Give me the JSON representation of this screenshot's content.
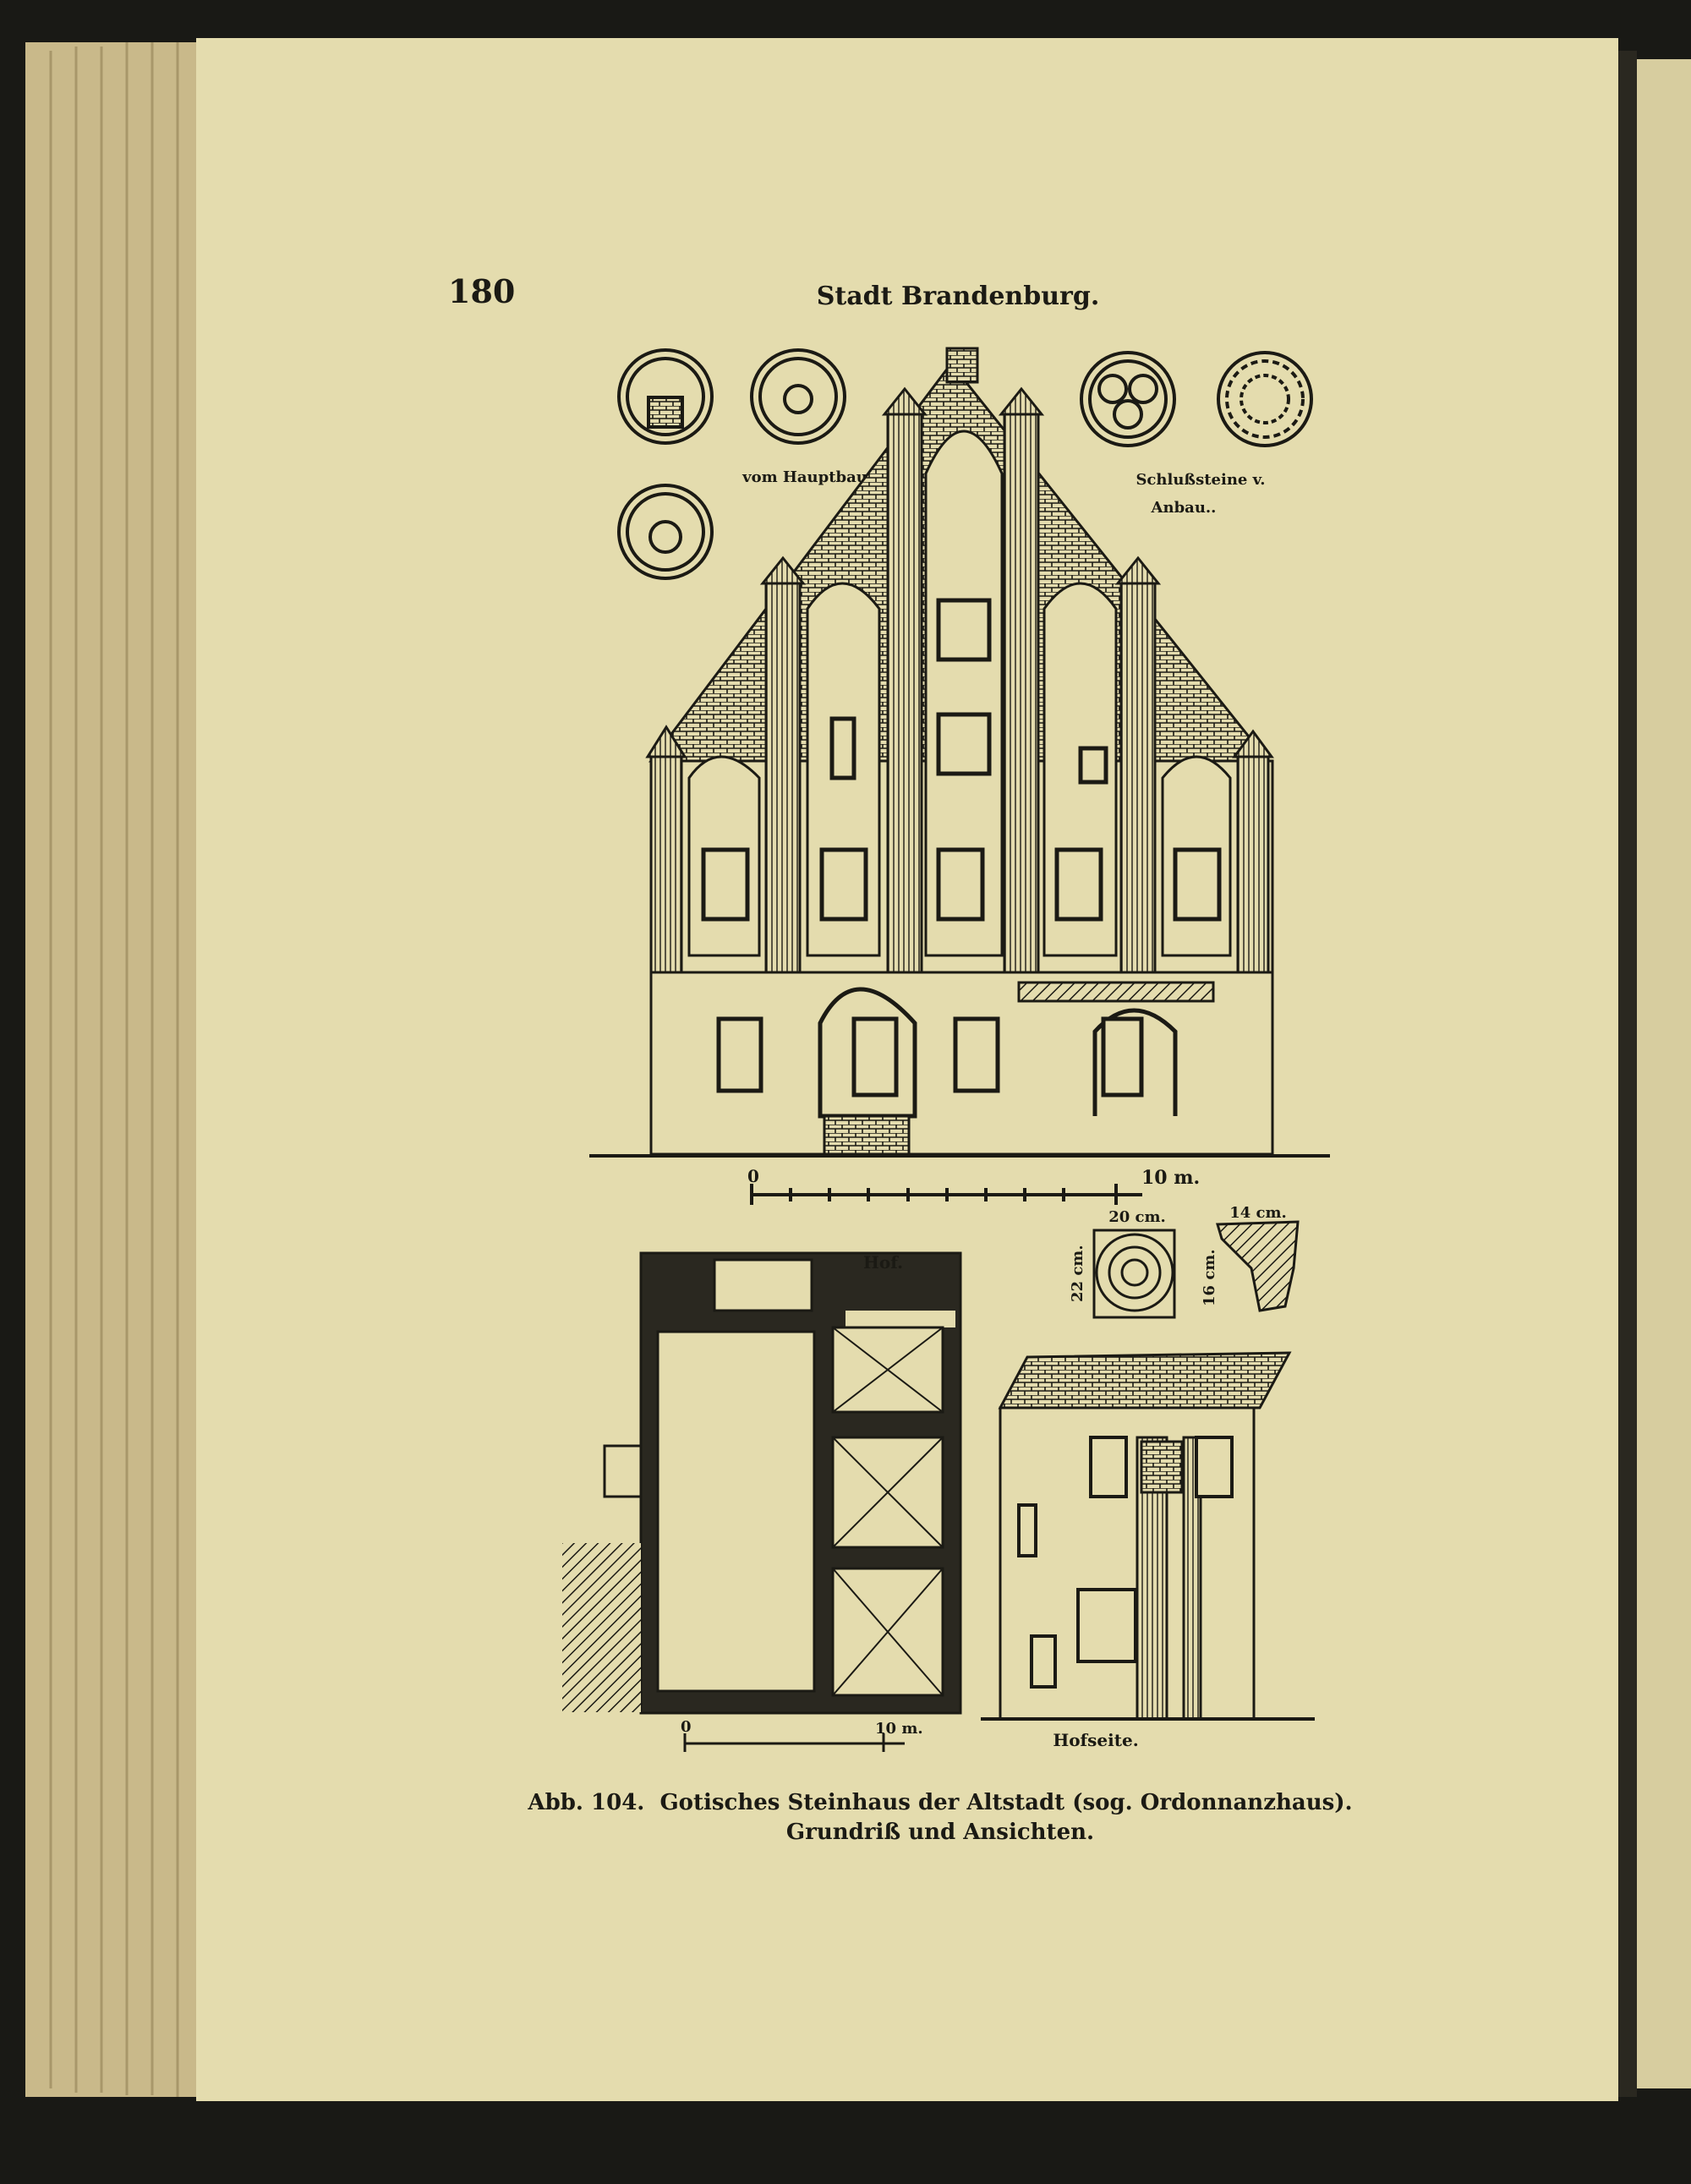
{
  "page": {
    "number": "180",
    "running_head": "Stadt Brandenburg."
  },
  "figure": {
    "medallion_label_main": "vom Hauptbau",
    "medallion_label_annex_line1": "Schlußsteine v.",
    "medallion_label_annex_line2": "Anbau..",
    "facade_scale_start": "0",
    "facade_scale_end": "10 m.",
    "plan_label_courtyard": "Hof.",
    "plan_scale_start": "0",
    "plan_scale_end": "10 m.",
    "elevation_label": "Hofseite.",
    "beam_width": "20 cm.",
    "beam_height": "22 cm.",
    "profile_width": "14 cm.",
    "profile_height": "16 cm."
  },
  "caption": {
    "line1": "Abb. 104.  Gotisches Steinhaus der Altstadt (sog. Ordonnanzhaus).",
    "line2": "Grundriß und Ansichten."
  },
  "colors": {
    "paper": "#e4dcae",
    "ink": "#1b1a14"
  }
}
